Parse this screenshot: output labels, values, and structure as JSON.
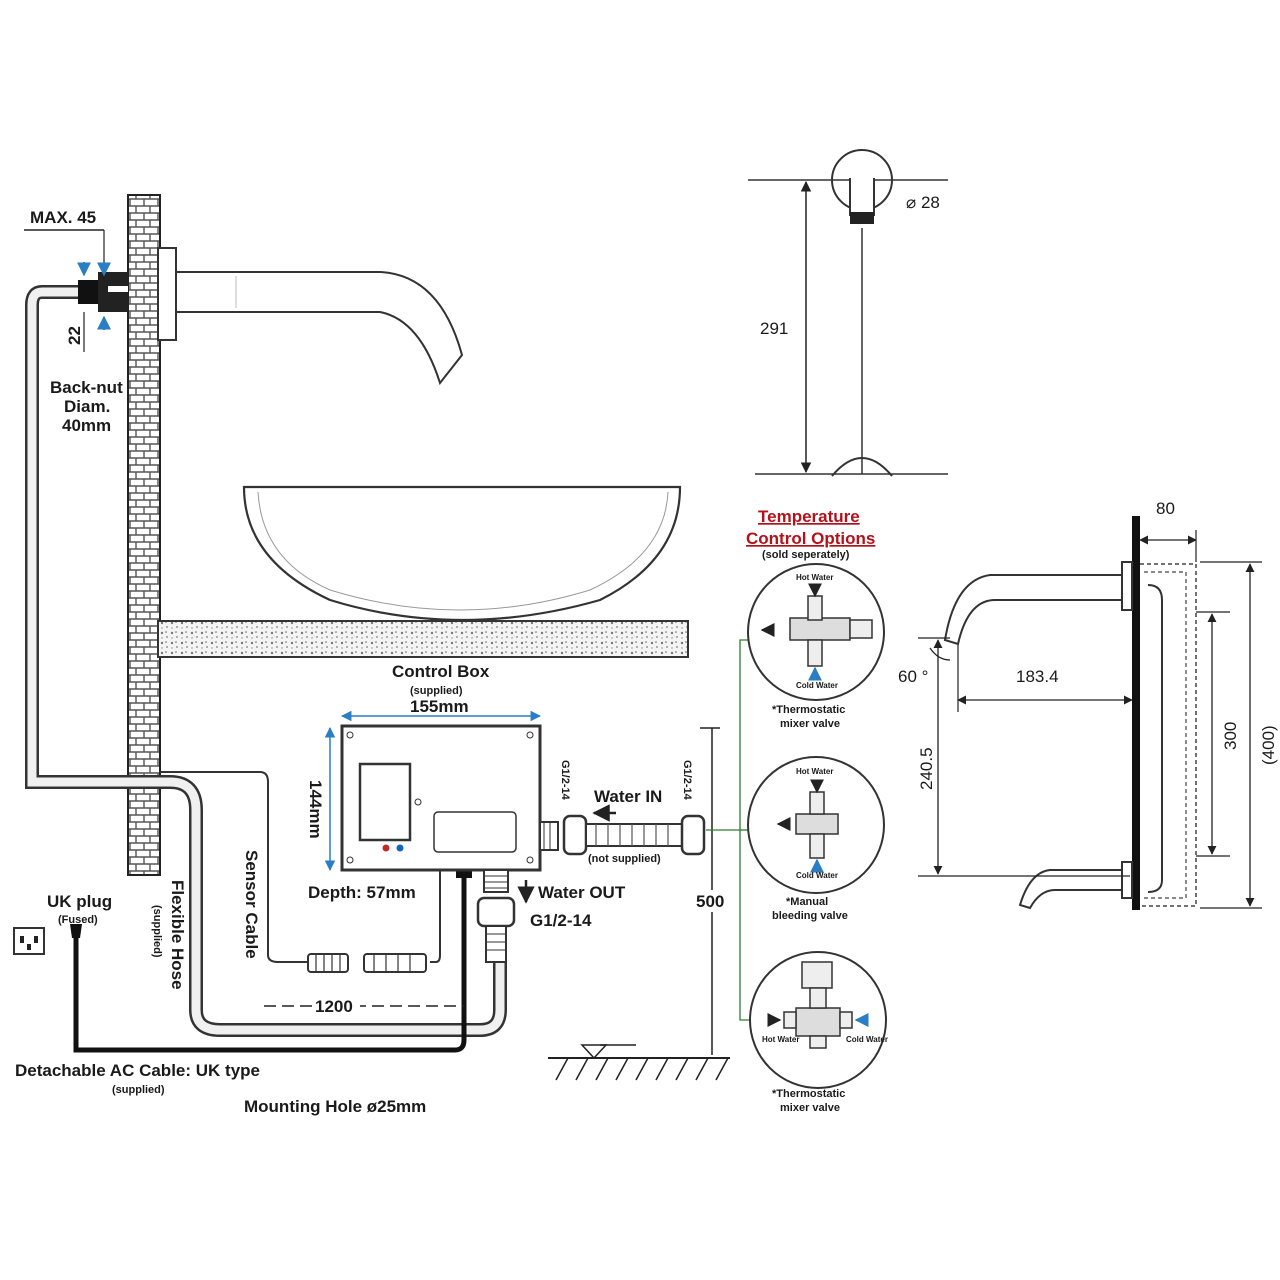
{
  "labels": {
    "max45": "MAX. 45",
    "dim22": "22",
    "backnut1": "Back-nut",
    "backnut2": "Diam.",
    "backnut3": "40mm",
    "control_box": "Control Box",
    "supplied": "(supplied)",
    "w155": "155mm",
    "h144": "144mm",
    "depth": "Depth: 57mm",
    "water_in": "Water IN",
    "not_supplied": "(not supplied)",
    "water_out": "Water OUT",
    "g_out": "G1/2-14",
    "g_left": "G1/2-14",
    "g_right": "G1/2-14",
    "sensor_cable": "Sensor Cable",
    "flex_hose": "Flexible Hose",
    "flex_sup": "(supplied)",
    "uk_plug": "UK plug",
    "fused": "(Fused)",
    "dim1200": "1200",
    "ac_cable": "Detachable AC Cable: UK type",
    "ac_sup": "(supplied)",
    "mount_hole": "Mounting Hole ø25mm",
    "dim500": "500",
    "dia28": "⌀ 28",
    "dim291": "291",
    "temp1": "Temperature",
    "temp2": "Control Options",
    "temp3": "(sold seperately)",
    "opt1a": "*Thermostatic",
    "opt1b": "mixer valve",
    "opt2a": "*Manual",
    "opt2b": "bleeding valve",
    "opt3a": "*Thermostatic",
    "opt3b": "mixer valve",
    "hot_water": "Hot Water",
    "cold_water": "Cold Water",
    "dim80": "80",
    "ang60": "60 °",
    "dim183": "183.4",
    "dim240": "240.5",
    "dim300": "300",
    "dim400": "(400)"
  }
}
